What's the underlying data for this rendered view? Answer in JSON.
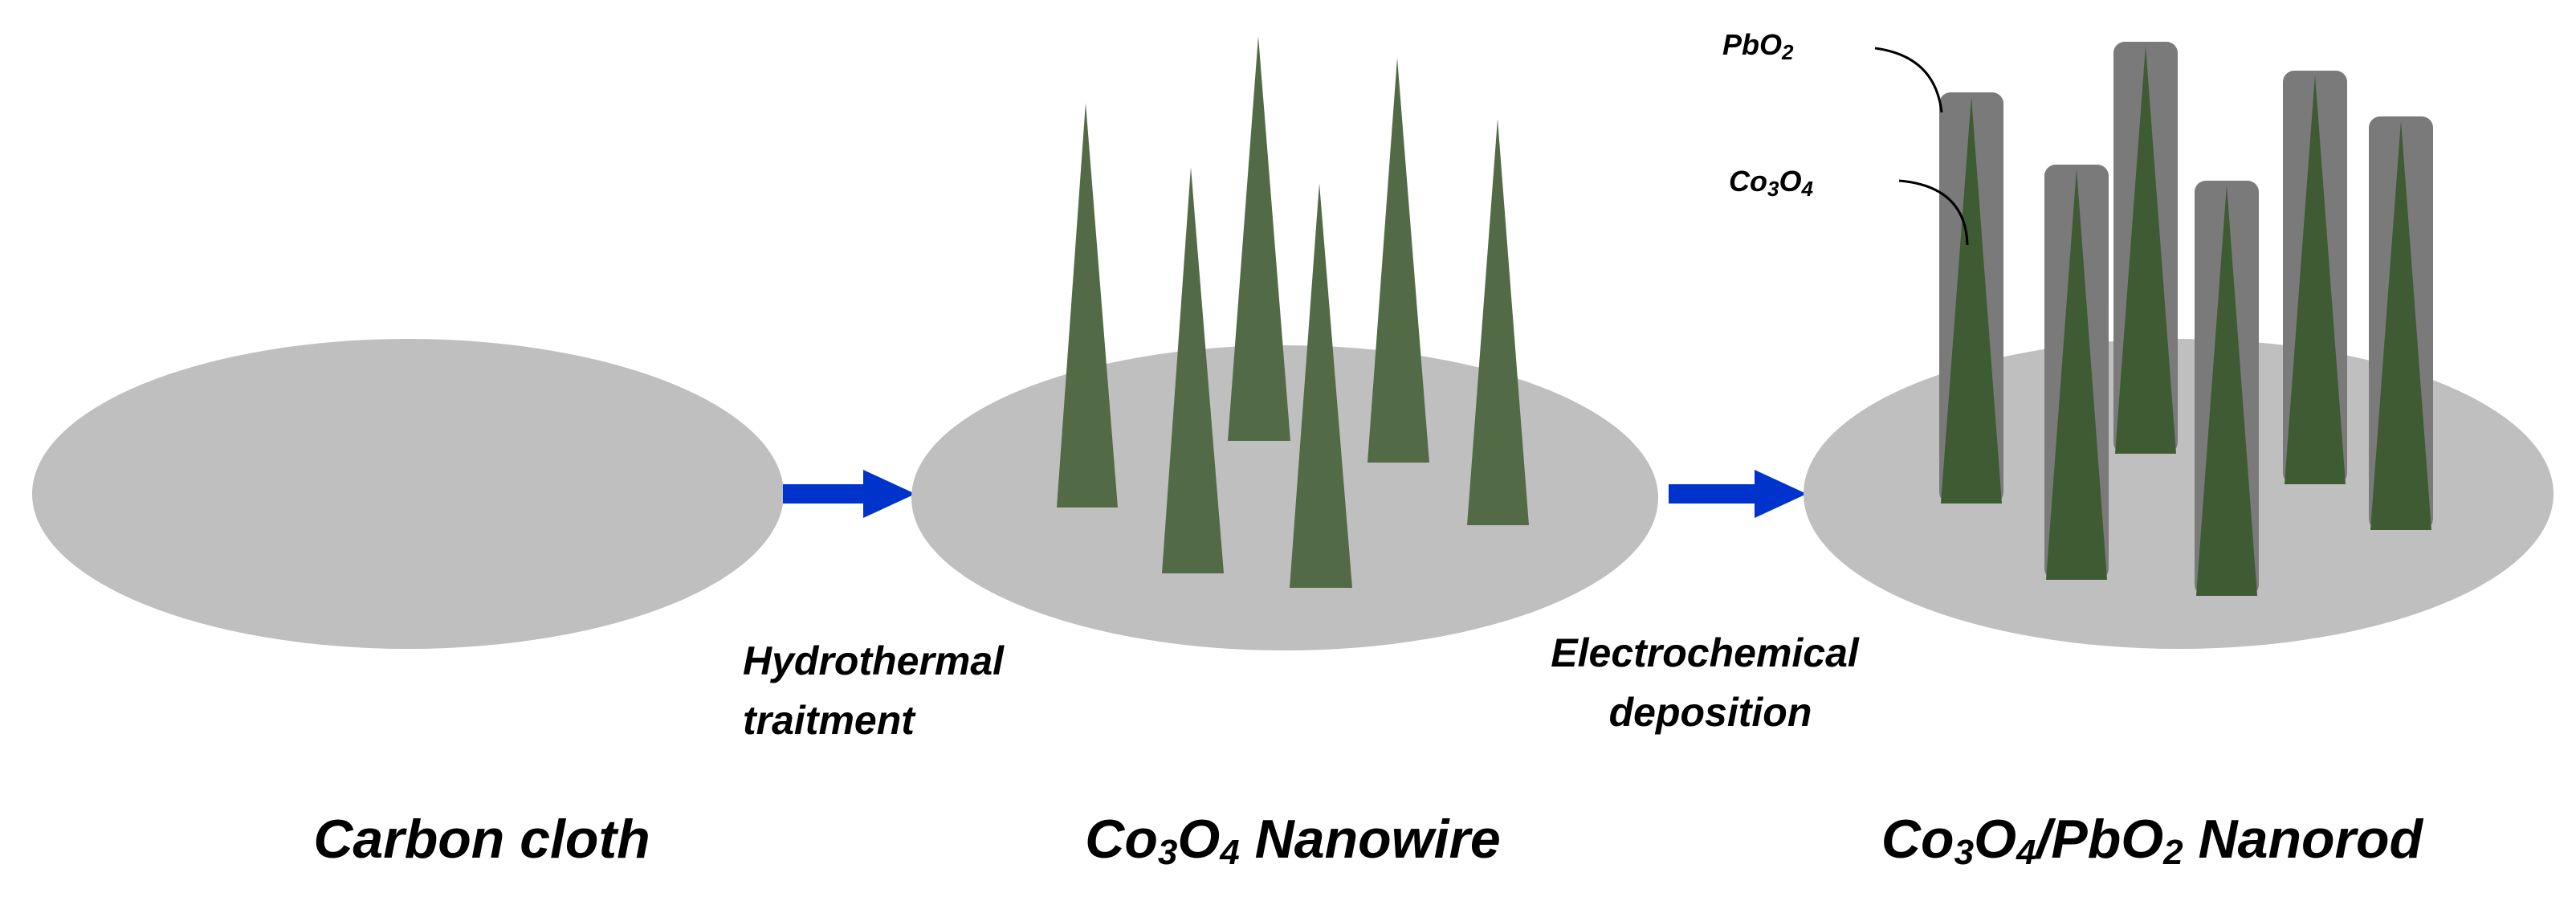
{
  "colors": {
    "substrate": "#bfbfbf",
    "nanowire": "#526b46",
    "nanorod_core": "#3f5b33",
    "pbo2_shell": "#7a7a7a",
    "arrow": "#0033cc",
    "text": "#000000"
  },
  "stages": [
    {
      "id": "carbon-cloth",
      "label_main": "Carbon cloth",
      "label_sub": "",
      "label_tail": ""
    },
    {
      "id": "co3o4-nanowire",
      "label_main": "Co",
      "label_sub": "3",
      "label_mid": "O",
      "label_sub2": "4",
      "label_tail": " Nanowire"
    },
    {
      "id": "co3o4-pbo2-nanorod",
      "label_main": "Co",
      "label_sub": "3",
      "label_mid": "O",
      "label_sub2": "4",
      "label_mid2": "/PbO",
      "label_sub3": "2",
      "label_tail": " Nanorod"
    }
  ],
  "steps": [
    {
      "id": "hydrothermal",
      "line1": "Hydrothermal",
      "line2": "traitment"
    },
    {
      "id": "electrochemical",
      "line1": "Electrochemical",
      "line2": "deposition"
    }
  ],
  "callouts": {
    "pbo2": {
      "main": "PbO",
      "sub": "2"
    },
    "co3o4": {
      "main": "Co",
      "sub": "3",
      "mid": "O",
      "sub2": "4"
    }
  }
}
